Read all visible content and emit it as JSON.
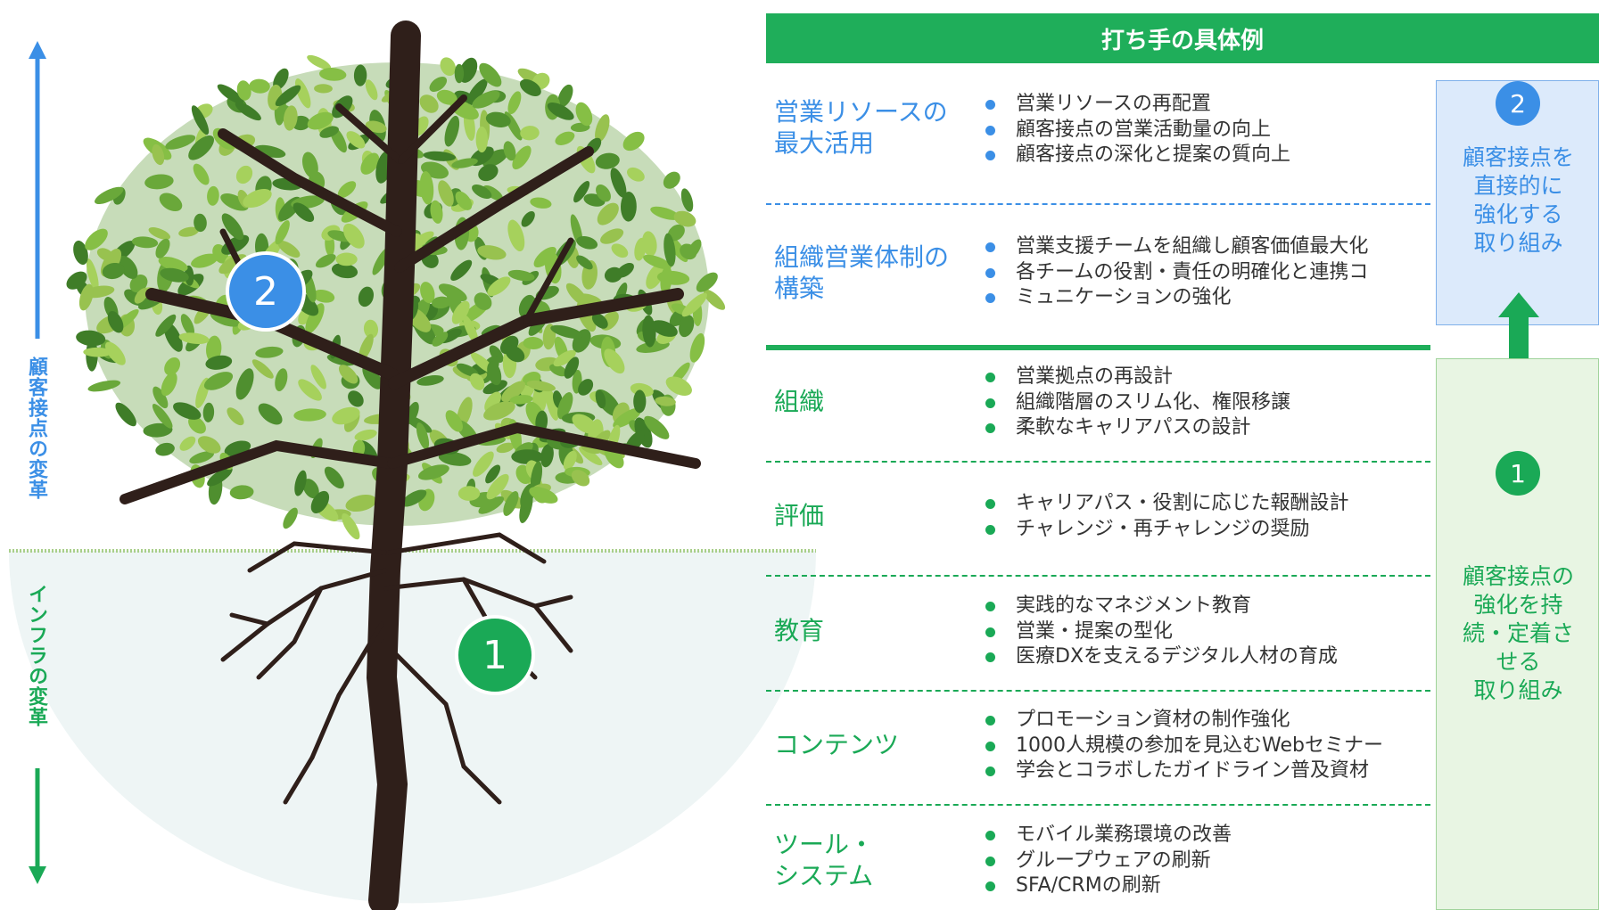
{
  "left": {
    "upper_label": "顧客接点の変革",
    "lower_label": "インフラの変革",
    "marker_upper": "2",
    "marker_lower": "1"
  },
  "table": {
    "header": "打ち手の具体例",
    "rows": [
      {
        "title_line1": "営業リソースの",
        "title_line2": "最大活用",
        "color": "blue",
        "items": [
          "営業リソースの再配置",
          "顧客接点の営業活動量の向上",
          "顧客接点の深化と提案の質向上"
        ]
      },
      {
        "title_line1": "組織営業体制の",
        "title_line2": "構築",
        "color": "blue",
        "items": [
          "営業支援チームを組織し顧客価値最大化",
          "各チームの役割・責任の明確化と連携コ",
          "ミュニケーションの強化"
        ]
      },
      {
        "title_line1": "組織",
        "title_line2": "",
        "color": "green",
        "items": [
          "営業拠点の再設計",
          "組織階層のスリム化、権限移譲",
          "柔軟なキャリアパスの設計"
        ]
      },
      {
        "title_line1": "評価",
        "title_line2": "",
        "color": "green",
        "items": [
          "キャリアパス・役割に応じた報酬設計",
          "チャレンジ・再チャレンジの奨励"
        ]
      },
      {
        "title_line1": "教育",
        "title_line2": "",
        "color": "green",
        "items": [
          "実践的なマネジメント教育",
          "営業・提案の型化",
          "医療DXを支えるデジタル人材の育成"
        ]
      },
      {
        "title_line1": "コンテンツ",
        "title_line2": "",
        "color": "green",
        "items": [
          "プロモーション資材の制作強化",
          "1000人規模の参加を見込むWebセミナー",
          "学会とコラボしたガイドライン普及資材"
        ]
      },
      {
        "title_line1": "ツール・",
        "title_line2": "システム",
        "color": "green",
        "items": [
          "モバイル業務環境の改善",
          "グループウェアの刷新",
          "SFA/CRMの刷新"
        ]
      }
    ]
  },
  "right": {
    "top_num": "2",
    "top_lines": [
      "顧客接点を",
      "直接的に",
      "強化する",
      "取り組み"
    ],
    "bottom_num": "1",
    "bottom_lines": [
      "顧客接点の",
      "強化を持",
      "続・定着さ",
      "せる",
      "取り組み"
    ]
  },
  "colors": {
    "blue": "#3b8fe6",
    "green": "#1aa956",
    "header_green": "#1fae5a"
  }
}
